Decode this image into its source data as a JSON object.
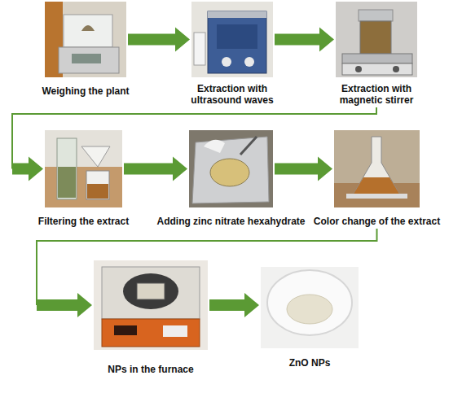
{
  "diagram": {
    "nodes": [
      {
        "text": [
          "Weighing the plant"
        ]
      },
      {
        "text": [
          "Extraction with ultrasound waves"
        ]
      },
      {
        "text": [
          "Extraction with magnetic stirrer"
        ]
      },
      {
        "text": [
          "Filtering the extract"
        ]
      },
      {
        "text": [
          "Adding zinc nitrate hexahydrate"
        ]
      },
      {
        "text": [
          "Color change of the extract"
        ]
      },
      {
        "text": [
          "NPs in the furnace"
        ]
      },
      {
        "text": [
          "ZnO NPs"
        ]
      }
    ],
    "edges": [
      {
        "from": 0,
        "to": 1,
        "arrow": "to"
      },
      {
        "from": 1,
        "to": 2,
        "arrow": "to"
      },
      {
        "from": 2,
        "to": 3,
        "arrow": "to"
      },
      {
        "from": 3,
        "to": 4,
        "arrow": "to"
      },
      {
        "from": 4,
        "to": 5,
        "arrow": "to"
      },
      {
        "from": 5,
        "to": 6,
        "arrow": "to"
      },
      {
        "from": 6,
        "to": 7,
        "arrow": "to"
      }
    ]
  }
}
